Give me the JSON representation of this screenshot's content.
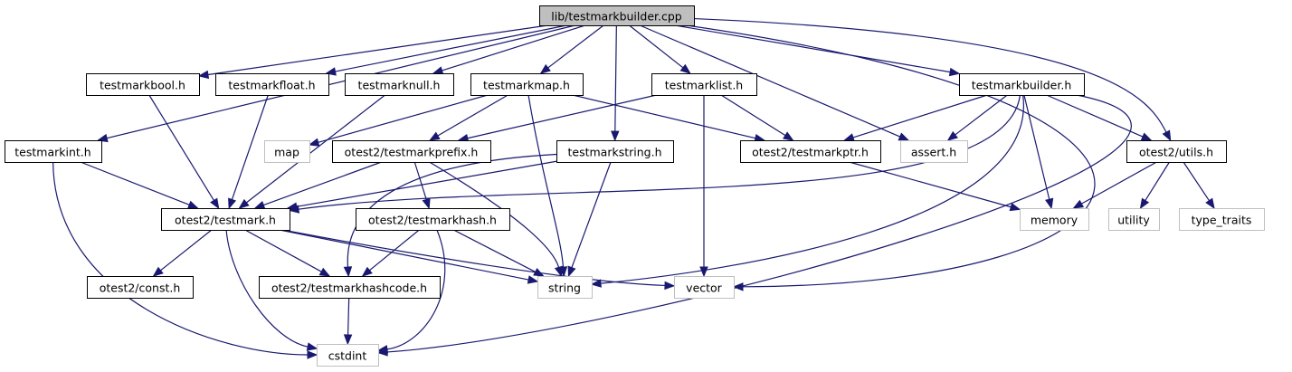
{
  "diagram": {
    "edge_color": "#191970",
    "root_fill": "#bfbfbf",
    "external_border": "#bfbfbf",
    "nodes": [
      {
        "id": "root",
        "label": "lib/testmarkbuilder.cpp",
        "kind": "root"
      },
      {
        "id": "testmarkint",
        "label": "testmarkint.h",
        "kind": "local"
      },
      {
        "id": "testmarkbool",
        "label": "testmarkbool.h",
        "kind": "local"
      },
      {
        "id": "testmarkfloat",
        "label": "testmarkfloat.h",
        "kind": "local"
      },
      {
        "id": "testmarknull",
        "label": "testmarknull.h",
        "kind": "local"
      },
      {
        "id": "testmarkmap",
        "label": "testmarkmap.h",
        "kind": "local"
      },
      {
        "id": "testmarklist",
        "label": "testmarklist.h",
        "kind": "local"
      },
      {
        "id": "testmarkbuilder",
        "label": "testmarkbuilder.h",
        "kind": "local"
      },
      {
        "id": "map",
        "label": "map",
        "kind": "external"
      },
      {
        "id": "testmarkprefix",
        "label": "otest2/testmarkprefix.h",
        "kind": "local"
      },
      {
        "id": "testmarkstring",
        "label": "testmarkstring.h",
        "kind": "local"
      },
      {
        "id": "testmarkptr",
        "label": "otest2/testmarkptr.h",
        "kind": "local"
      },
      {
        "id": "assert",
        "label": "assert.h",
        "kind": "external"
      },
      {
        "id": "utils",
        "label": "otest2/utils.h",
        "kind": "local"
      },
      {
        "id": "testmark",
        "label": "otest2/testmark.h",
        "kind": "local"
      },
      {
        "id": "testmarkhash",
        "label": "otest2/testmarkhash.h",
        "kind": "local"
      },
      {
        "id": "memory",
        "label": "memory",
        "kind": "external"
      },
      {
        "id": "utility",
        "label": "utility",
        "kind": "external"
      },
      {
        "id": "type_traits",
        "label": "type_traits",
        "kind": "external"
      },
      {
        "id": "const",
        "label": "otest2/const.h",
        "kind": "local"
      },
      {
        "id": "testmarkhashcode",
        "label": "otest2/testmarkhashcode.h",
        "kind": "local"
      },
      {
        "id": "string",
        "label": "string",
        "kind": "external"
      },
      {
        "id": "vector",
        "label": "vector",
        "kind": "external"
      },
      {
        "id": "cstdint",
        "label": "cstdint",
        "kind": "external"
      }
    ],
    "edges": [
      [
        "root",
        "testmarkint"
      ],
      [
        "root",
        "testmarkbool"
      ],
      [
        "root",
        "testmarkfloat"
      ],
      [
        "root",
        "testmarknull"
      ],
      [
        "root",
        "testmarkmap"
      ],
      [
        "root",
        "testmarkstring"
      ],
      [
        "root",
        "testmarklist"
      ],
      [
        "root",
        "assert"
      ],
      [
        "root",
        "testmarkbuilder"
      ],
      [
        "root",
        "utils"
      ],
      [
        "root",
        "vector"
      ],
      [
        "testmarkint",
        "testmark"
      ],
      [
        "testmarkint",
        "cstdint"
      ],
      [
        "testmarkbool",
        "testmark"
      ],
      [
        "testmarkfloat",
        "testmark"
      ],
      [
        "testmarknull",
        "testmark"
      ],
      [
        "testmarkmap",
        "map"
      ],
      [
        "testmarkmap",
        "testmarkprefix"
      ],
      [
        "testmarkmap",
        "testmarkptr"
      ],
      [
        "testmarkmap",
        "string"
      ],
      [
        "testmarklist",
        "testmarkprefix"
      ],
      [
        "testmarklist",
        "testmarkptr"
      ],
      [
        "testmarklist",
        "vector"
      ],
      [
        "testmarkbuilder",
        "testmarkptr"
      ],
      [
        "testmarkbuilder",
        "assert"
      ],
      [
        "testmarkbuilder",
        "utils"
      ],
      [
        "testmarkbuilder",
        "memory"
      ],
      [
        "testmarkbuilder",
        "string"
      ],
      [
        "testmarkbuilder",
        "testmark"
      ],
      [
        "testmarkbuilder",
        "cstdint"
      ],
      [
        "testmarkprefix",
        "testmark"
      ],
      [
        "testmarkprefix",
        "testmarkhash"
      ],
      [
        "testmarkprefix",
        "string"
      ],
      [
        "testmarkstring",
        "testmark"
      ],
      [
        "testmarkstring",
        "string"
      ],
      [
        "testmarkstring",
        "testmarkhashcode"
      ],
      [
        "testmarkptr",
        "memory"
      ],
      [
        "utils",
        "memory"
      ],
      [
        "utils",
        "utility"
      ],
      [
        "utils",
        "type_traits"
      ],
      [
        "testmark",
        "const"
      ],
      [
        "testmark",
        "testmarkhashcode"
      ],
      [
        "testmark",
        "string"
      ],
      [
        "testmark",
        "vector"
      ],
      [
        "testmark",
        "cstdint"
      ],
      [
        "testmarkhash",
        "testmarkhashcode"
      ],
      [
        "testmarkhash",
        "string"
      ],
      [
        "testmarkhash",
        "cstdint"
      ],
      [
        "testmarkhashcode",
        "cstdint"
      ]
    ]
  }
}
